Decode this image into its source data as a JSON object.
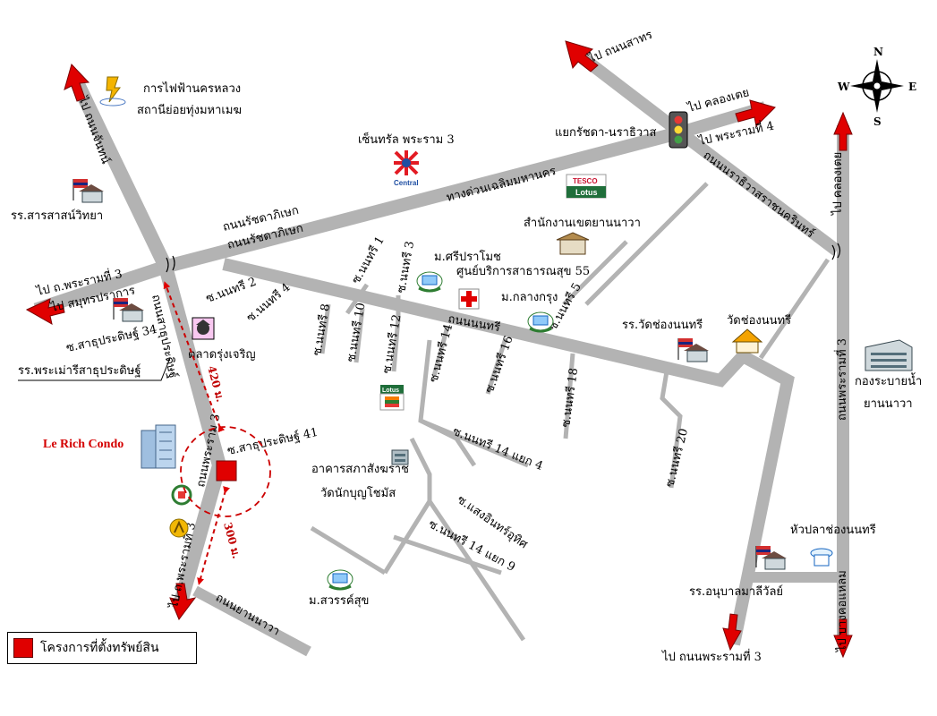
{
  "roads": {
    "ratchadaphisek_1": "ถนนรัชดาภิเษก",
    "ratchadaphisek_2": "ถนนรัชดาภิเษก",
    "expressway": "ทางด่วนเฉลิมมหานคร",
    "nonsi": "ถนนนนทรี",
    "narathiwat": "ถนนนราธิวาสราชนครินทร์",
    "rama3": "ถนนพระราม 3",
    "chan": "ถนนยานนาวา",
    "sathu_pradit": "ถนนสาธุประดิษฐ์",
    "to_sathorn": "ไป ถนนสาทร",
    "to_khlongtoei_top": "ไป คลองเตย",
    "to_rama4": "ไป พระรามที่ 4",
    "to_khlongtoei_right": "ไป คลองเตย",
    "to_rama3_left": "ไป ถ.พระรามที่ 3",
    "to_samutprakan": "ไป สมุทรปราการ",
    "to_chan_road": "ไป ถนนจันทน์",
    "to_rama3_bottom_left": "ไป ถ.พระรามที่ 3",
    "to_rama3_bottom": "ไป ถนนพระรามที่ 3",
    "to_bangkholaem": "ไป บางคอแหลม",
    "rama3_right": "ถนนพระรามที่ 3"
  },
  "sois": [
    "ซ.นนทรี 2",
    "ซ.นนทรี 4",
    "ซ.นนทรี 1",
    "ซ.นนทรี 3",
    "ซ.นนทรี 8",
    "ซ.นนทรี 10",
    "ซ.นนทรี 12",
    "ซ.นนทรี 14",
    "ซ.นนทรี 5",
    "ซ.นนทรี 16",
    "ซ.นนทรี 18",
    "ซ.นนทรี 20",
    "ซ.นนทรี 14 แยก 4",
    "ซ.แสงอินทร์อุทิศ",
    "ซ.นนทรี 14 แยก 9",
    "ซ.สาธุประดิษฐ์ 34",
    "ซ.สาธุประดิษฐ์ 41"
  ],
  "places": {
    "egat": "การไฟฟ้านครหลวง",
    "egat2": "สถานีย่อยทุ่งมหาเมฆ",
    "central": "เซ็นทรัล พระราม 3",
    "central_logo": "Central",
    "junction": "แยกรัชดา-นราธิวาส",
    "tesco_top": "TESCO",
    "tesco_bottom": "Lotus",
    "yannawa_office": "สำนักงานเขตยานนาวา",
    "sarasas": "รร.สารสาสน์วิทยา",
    "sripatum": "ม.ศรีปราโมช",
    "health_center": "ศูนย์บริการสาธารณสุข 55",
    "bangkok_uni": "ม.กลางกรุง",
    "wat_school": "รร.วัดช่องนนทรี",
    "wat": "วัดช่องนนทรี",
    "drain_dept": "กองระบายน้ำ",
    "drain_dept2": "ยานนาวา",
    "market": "ตลาดรุ่งเจริญ",
    "phramae_school": "รร.พระเม่ารีสาธุประดิษฐ์",
    "lotus_small": "Lotus",
    "le_rich": "Le Rich Condo",
    "building_a": "อาคารสภาสังฆราช",
    "wat_nak": "วัดนักบุญโชมัส",
    "sawan_school": "ม.สวรรค์สุข",
    "huaplah": "หัวปลาช่องนนทรี",
    "anuban": "รร.อนุบาลมาลีวัลย์"
  },
  "distances": {
    "north": "420 ม.",
    "south": "300 ม."
  },
  "compass": {
    "n": "N",
    "s": "S",
    "e": "E",
    "w": "W"
  },
  "legend": {
    "label": "โครงการที่ตั้งทรัพย์สิน"
  },
  "colors": {
    "road": "#b3b3b3",
    "arrow": "#e00000",
    "property": "#e00000",
    "dashed": "#cc0000"
  }
}
